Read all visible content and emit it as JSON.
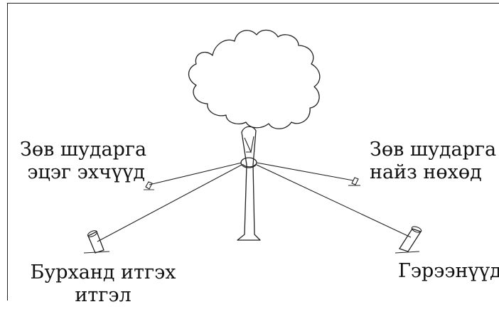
{
  "labels": {
    "top_left": [
      "Зөв шударга",
      "эцэг эхчүүд"
    ],
    "top_right": [
      "Зөв шударга",
      "найз нөхөд"
    ],
    "bottom_left": [
      "Бурханд итгэх",
      "итгэл"
    ],
    "bottom_right": [
      "Гэрээнүүд"
    ]
  },
  "colors": {
    "stroke": "#222222",
    "background": "#ffffff"
  },
  "icons": {
    "center": "tree-icon",
    "stakes": "stake-icon"
  }
}
